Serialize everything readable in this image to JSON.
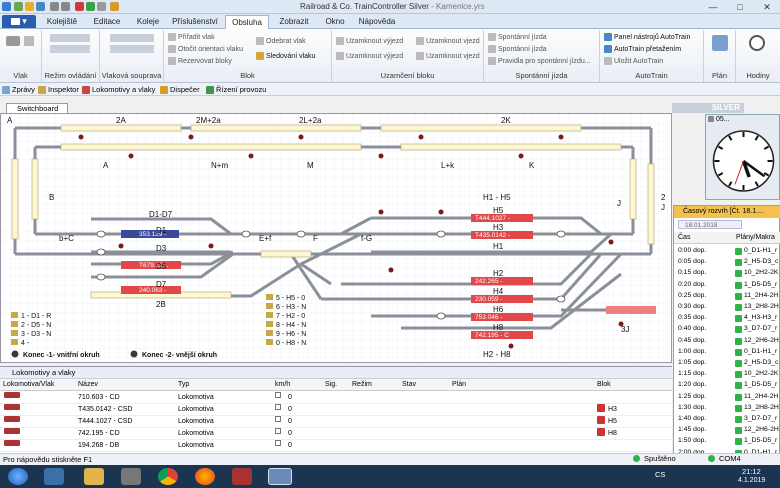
{
  "window": {
    "title": "Railroad & Co. TrainController Silver",
    "file": "- Kamenice.yrs",
    "minimize": "—",
    "maximize": "□",
    "close": "✕"
  },
  "file_menu": "▾",
  "ribbon_tabs": [
    "Kolejiště",
    "Editace",
    "Koleje",
    "Příslušenství",
    "Obsluha",
    "Zobrazit",
    "Okno",
    "Nápověda"
  ],
  "active_tab": "Obsluha",
  "ribbon": {
    "groups": {
      "vlak": "Vlak",
      "rezim": "Režim ovládání",
      "souprava": "Vlaková souprava",
      "blok": "Blok",
      "uzamceni": "Uzamčení bloku",
      "spontanni": "Spontánní jízda",
      "autotrain": "AutoTrain",
      "plan": "Plán",
      "hodiny": "Hodiny"
    },
    "blok_items": [
      "Přiřadit vlak",
      "Otočit orientaci vlaku",
      "Rezervovat bloky",
      "Odebrat vlak",
      "Sledování vlaku"
    ],
    "uzamceni_items": [
      "Uzamknout výjezd",
      "Uzamknout vjezd",
      "Uzamknout výjezd",
      "Uzamknout vjezd"
    ],
    "spontanni_items": [
      "Spontánní jízda",
      "Spontánní jízda",
      "Pravidla pro spontánní jízdu..."
    ],
    "autotrain_items": [
      "Panel nástrojů AutoTrain",
      "AutoTrain přetažením",
      "Uložit AutoTrain"
    ]
  },
  "toolbar2": [
    "Zprávy",
    "Inspektor",
    "Lokomotivy a vlaky",
    "Dispečer",
    "Řízení provozu"
  ],
  "switchboard": {
    "tab": "Switchboard",
    "labels": [
      "A",
      "2A",
      "2M+2a",
      "2L+2a",
      "2K",
      "A",
      "N+m",
      "M",
      "L+k",
      "K",
      "B",
      "2",
      "J",
      "J",
      "D1-D7",
      "H1 - H5",
      "b+C",
      "D1",
      "D3",
      "D5",
      "D7",
      "E+f",
      "F",
      "f-G",
      "H5",
      "H3",
      "H1",
      "H2",
      "H4",
      "H6",
      "H8",
      "2B",
      "3J",
      "H2 - H8"
    ],
    "trains": [
      "353.129 - ",
      "T679.12...",
      "240.063 -",
      "T444.1027 -",
      "T435.0142 -",
      "242.265 -",
      "230.059 -",
      "753.046 -",
      "742.195 - C"
    ],
    "legend_left": [
      "1 - D1 - R",
      "2 - D5 - N",
      "3 - D3 - N",
      "4 -"
    ],
    "legend_mid": [
      "5 - H5 - 0",
      "6 - H3 - N",
      "7 - H2 - 0",
      "8 - H4 - N",
      "9 - H6 - N",
      "0 - H8 - N"
    ],
    "konec1": "Konec -1- vnitřní okruh",
    "konec2": "Konec -2- vnější okruh"
  },
  "silver": "SILVER",
  "clock": {
    "title": "05...",
    "hour": 5,
    "minute": 21
  },
  "timetable": {
    "title": "Časový rozvrh [Čt. 18.1....",
    "date": "18.01.2018",
    "col_time": "Čas",
    "col_plan": "Plány/Makra",
    "rows": [
      {
        "t": "0:00 dop.",
        "d": "0_D1-H1_r"
      },
      {
        "t": "0:05 dop.",
        "d": "2_H5-D3_c"
      },
      {
        "t": "0:15 dop.",
        "d": "10_2H2-2K"
      },
      {
        "t": "0:20 dop.",
        "d": "1_D5-D5_r"
      },
      {
        "t": "0:25 dop.",
        "d": "11_2H4-2H"
      },
      {
        "t": "0:30 dop.",
        "d": "13_2H8-2H"
      },
      {
        "t": "0:35 dop.",
        "d": "4_H3-H3_r"
      },
      {
        "t": "0:40 dop.",
        "d": "3_D7-D7_r"
      },
      {
        "t": "0:45 dop.",
        "d": "12_2H6-2H"
      },
      {
        "t": "1:00 dop.",
        "d": "0_D1-H1_r"
      },
      {
        "t": "1:05 dop.",
        "d": "2_H5-D3_c"
      },
      {
        "t": "1:15 dop.",
        "d": "10_2H2-2K"
      },
      {
        "t": "1:20 dop.",
        "d": "1_D5-D5_r"
      },
      {
        "t": "1:25 dop.",
        "d": "11_2H4-2H"
      },
      {
        "t": "1:30 dop.",
        "d": "13_2H8-2H"
      },
      {
        "t": "1:40 dop.",
        "d": "3_D7-D7_r"
      },
      {
        "t": "1:45 dop.",
        "d": "12_2H6-2H"
      },
      {
        "t": "1:50 dop.",
        "d": "1_D5-D5_r"
      },
      {
        "t": "2:00 dop.",
        "d": "0_D1-H1_r"
      }
    ]
  },
  "lok_panel": {
    "title": "Lokomotivy a vlaky",
    "cols": [
      "Lokomotiva/Vlak",
      "Název",
      "Typ",
      "km/h",
      "Sig.",
      "Režim",
      "Stav",
      "Plán",
      "Blok"
    ],
    "rows": [
      {
        "name": "710.603 - CD",
        "type": "Lokomotiva",
        "kmh": "0",
        "blok": ""
      },
      {
        "name": "T435.0142 - CSD",
        "type": "Lokomotiva",
        "kmh": "0",
        "blok": "H3"
      },
      {
        "name": "T444.1027 - CSD",
        "type": "Lokomotiva",
        "kmh": "0",
        "blok": "H5"
      },
      {
        "name": "742.195 - CD",
        "type": "Lokomotiva",
        "kmh": "0",
        "blok": "H8"
      },
      {
        "name": "194.268 - DB",
        "type": "Lokomotiva",
        "kmh": "0",
        "blok": ""
      }
    ]
  },
  "status": {
    "help": "Pro nápovědu stiskněte F1",
    "running": "Spuštěno",
    "com": "COM4"
  },
  "taskbar": {
    "lang": "CS",
    "time": "21:12",
    "date": "4.1.2019"
  },
  "colors": {
    "accent": "#2a5db0",
    "track": "#8a8f99",
    "train": "#e0484a",
    "block": "#fff7d2",
    "led": "#2db34a"
  }
}
